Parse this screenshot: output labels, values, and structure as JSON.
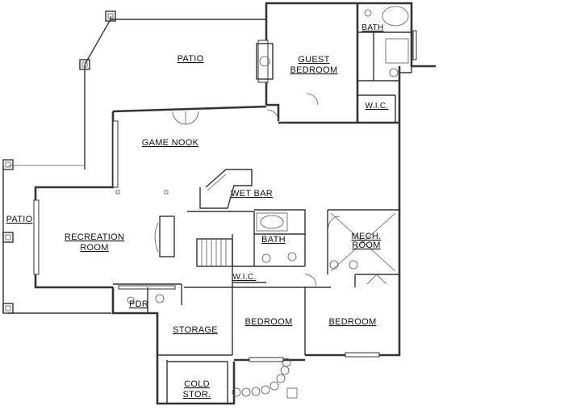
{
  "rooms": {
    "patio_top": "PATIO",
    "guest_bedroom_line1": "GUEST",
    "guest_bedroom_line2": "BEDROOM",
    "bath_top": "BATH",
    "wic_top": "W.I.C.",
    "game_nook": "GAME NOOK",
    "wet_bar": "WET BAR",
    "patio_left": "PATIO",
    "recreation_line1": "RECREATION",
    "recreation_line2": "ROOM",
    "bath_mid": "BATH",
    "mech_line1": "MECH.",
    "mech_line2": "ROOM",
    "wic_mid": "W.I.C.",
    "pdr": "PDR",
    "storage": "STORAGE",
    "bedroom_1": "BEDROOM",
    "bedroom_2": "BEDROOM",
    "cold_line1": "COLD",
    "cold_line2": "STOR."
  }
}
